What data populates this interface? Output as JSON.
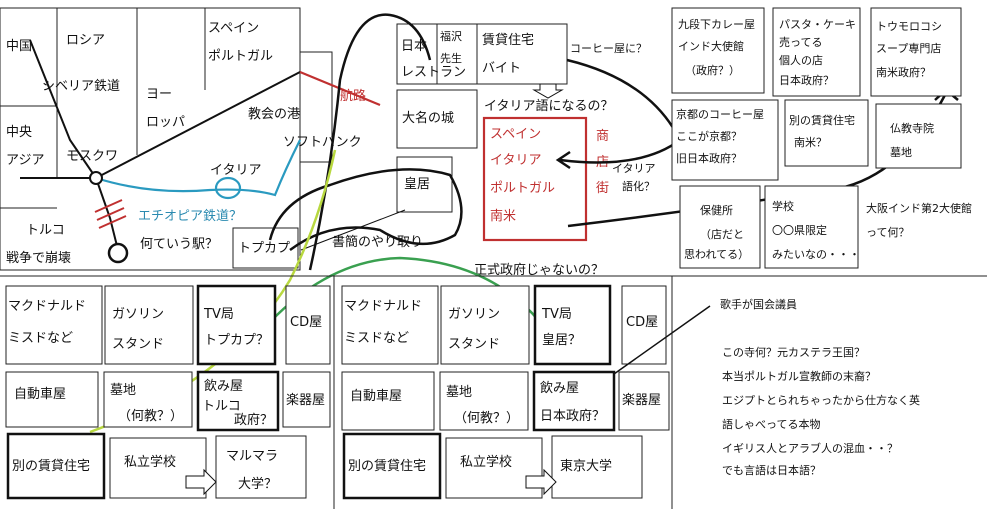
{
  "map": {
    "china": "中国",
    "russia": "ロシア",
    "siberia_rail": "シベリア鉄道",
    "europe_1": "ヨー",
    "europe_2": "ロッパ",
    "central_asia_1": "中央",
    "central_asia_2": "アジア",
    "moscow": "モスクワ",
    "spain": "スペイン",
    "portugal": "ポルトガル",
    "church_port": "教会の港",
    "route": "航路",
    "softbank": "ソフトバンク",
    "italy": "イタリア",
    "ethiopia_rail": "エチオピア鉄道？",
    "turkey": "トルコ",
    "collapse": "戦争で崩壊",
    "station_q": "何ていう駅？",
    "topkapi": "トプカプ"
  },
  "center": {
    "nihon_1": "日本",
    "nihon_2": "レストラン",
    "fukuzawa_1": "福沢",
    "fukuzawa_2": "先生",
    "rental_1": "賃貸住宅",
    "rental_2": "バイト",
    "coffee_q": "コーヒー屋に？",
    "italian_q": "イタリア語になるの？",
    "daimyo": "大名の城",
    "palace": "皇居",
    "letters": "書簡のやり取り",
    "official_q": "正式政府じゃないの？",
    "red_spain": "スペイン",
    "red_italy": "イタリア",
    "red_portugal": "ポルトガル",
    "red_southam": "南米",
    "shop_1": "商",
    "shop_2": "店",
    "shop_3": "街",
    "italianize_1": "イタリア",
    "italianize_2": "語化？"
  },
  "right": {
    "kudan_1": "九段下カレー屋",
    "kudan_2": "インド大使館",
    "kudan_3": "（政府？）",
    "pasta_1": "パスタ・ケーキ",
    "pasta_2": "売ってる",
    "pasta_3": "個人の店",
    "pasta_4": "日本政府？",
    "corn_1": "トウモロコシ",
    "corn_2": "スープ専門店",
    "corn_3": "南米政府？",
    "kyoto_1": "京都のコーヒー屋",
    "kyoto_2": "ここが京都？",
    "kyoto_3": "旧日本政府？",
    "other_rental_1": "別の賃貸住宅",
    "other_rental_2": "南米？",
    "buddhist_1": "仏教寺院",
    "buddhist_2": "墓地",
    "health_1": "保健所",
    "health_2": "（店だと",
    "health_3": "思われてる）",
    "school_1": "学校",
    "school_2": "〇〇県限定",
    "school_3": "みたいなの・・・",
    "osaka_1": "大阪インド第2大使館",
    "osaka_2": "って何？"
  },
  "bottom_left": {
    "mcd_1": "マクドナルド",
    "mcd_2": "ミスドなど",
    "gas_1": "ガソリン",
    "gas_2": "スタンド",
    "tv_1": "TV局",
    "tv_2": "トプカプ？",
    "cd": "CD屋",
    "car": "自動車屋",
    "grave_1": "墓地",
    "grave_2": "（何教？）",
    "bar_1": "飲み屋",
    "bar_2": "トルコ",
    "bar_3": "政府？",
    "music": "楽器屋",
    "other_rental": "別の賃貸住宅",
    "private_school": "私立学校",
    "marmara_1": "マルマラ",
    "marmara_2": "大学？"
  },
  "bottom_mid": {
    "mcd_1": "マクドナルド",
    "mcd_2": "ミスドなど",
    "gas_1": "ガソリン",
    "gas_2": "スタンド",
    "tv_1": "TV局",
    "tv_2": "皇居？",
    "cd": "CD屋",
    "car": "自動車屋",
    "grave_1": "墓地",
    "grave_2": "（何教？）",
    "bar_1": "飲み屋",
    "bar_2": "日本政府？",
    "music": "楽器屋",
    "other_rental": "別の賃貸住宅",
    "private_school": "私立学校",
    "tokyo_univ": "東京大学"
  },
  "notes": {
    "singer": "歌手が国会議員",
    "n1": "この寺何？元カステラ王国？",
    "n2": "本当ポルトガル宣教師の末裔？",
    "n3": "エジプトとられちゃったから仕方なく英",
    "n4": "語しゃべってる本物",
    "n5": "イギリス人とアラブ人の混血・・？",
    "n6": "でも言語は日本語？"
  },
  "colors": {
    "ink": "#111111",
    "red": "#c03030",
    "blue_rail": "#2a9ac0",
    "green_line": "#3aa050",
    "yellow_green": "#b8d840"
  }
}
